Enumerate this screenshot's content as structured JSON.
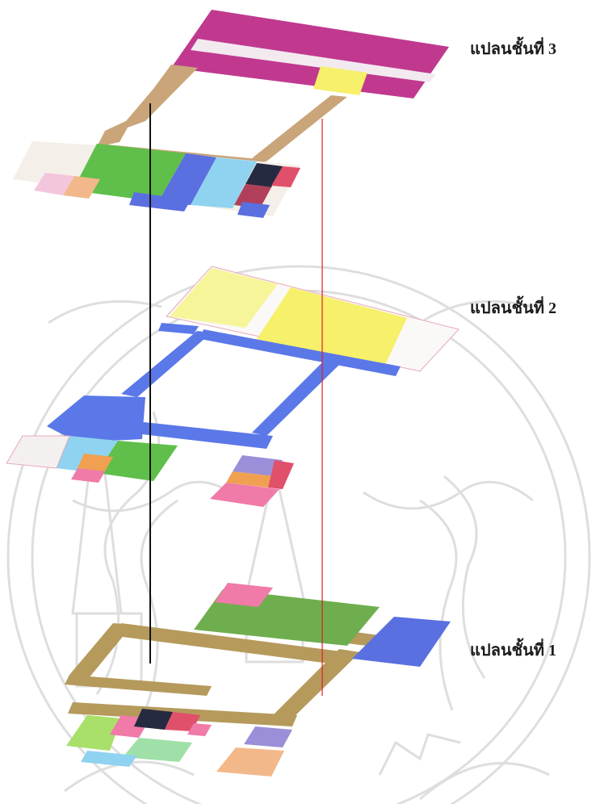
{
  "floors": [
    {
      "id": "floor-3",
      "label": "แปลนชั้นที่ 3"
    },
    {
      "id": "floor-2",
      "label": "แปลนชั้นที่ 2"
    },
    {
      "id": "floor-1",
      "label": "แปลนชั้นที่ 1"
    }
  ],
  "colors": {
    "magenta": "#c0398f",
    "yellow": "#f6f06a",
    "pale_yellow": "#f7f59a",
    "tan": "#c9a579",
    "olive_tan": "#b59a5c",
    "green": "#5fbf4a",
    "royal_blue": "#5a6fe0",
    "light_blue": "#8fd3f0",
    "dark_navy": "#262a40",
    "maroon": "#b0405a",
    "red": "#e0506a",
    "pink": "#f07aa8",
    "peach": "#f3b88a",
    "orange": "#f0a050",
    "lavender": "#9a8fd8",
    "mint": "#9fe0a8",
    "blue_corridor": "#5b78e8",
    "vertical_line_black": "#111111",
    "vertical_line_red": "#e02020",
    "watermark": "#bfbfbf"
  }
}
